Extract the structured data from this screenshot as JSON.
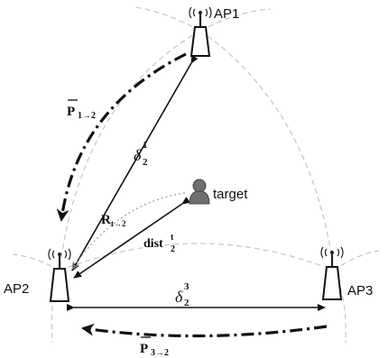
{
  "access_points": [
    {
      "id": "ap1",
      "label": "AP1"
    },
    {
      "id": "ap2",
      "label": "AP2"
    },
    {
      "id": "ap3",
      "label": "AP3"
    }
  ],
  "target": {
    "label": "target"
  },
  "edge_labels": {
    "p_1_to_2": {
      "main": "P",
      "sub": "1→2"
    },
    "p_3_to_2": {
      "main": "P",
      "sub": "3→2"
    },
    "delta_1_2": {
      "main": "δ",
      "sub": "2",
      "sup": "1"
    },
    "delta_3_2": {
      "main": "δ",
      "sub": "2",
      "sup": "3"
    },
    "r_t_to_2": {
      "main": "R",
      "sub": "t→2"
    },
    "dist_t_2": {
      "main": "dist",
      "sub": "2",
      "sup": "t"
    }
  },
  "colors": {
    "line": "#111111",
    "arc": "#c9c9c9",
    "dotted": "#9a9a9a",
    "target_fill": "#6f6f6f"
  }
}
